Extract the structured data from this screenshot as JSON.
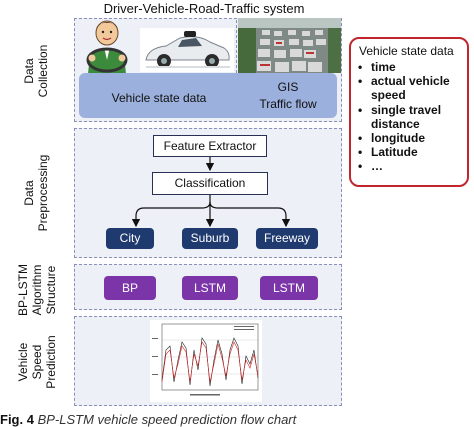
{
  "header": {
    "title": "Driver-Vehicle-Road-Traffic system"
  },
  "sections": {
    "collection": "Data\nCollection",
    "preprocessing": "Data\nPreprocessing",
    "algorithm": "BP-LSTM\nAlgorithm\nStructure",
    "prediction": "Vehicle\nSpeed\nPrediction"
  },
  "collection": {
    "vehicle_state": "Vehicle state data",
    "gis": "GIS",
    "traffic": "Traffic flow"
  },
  "preprocessing": {
    "extractor": "Feature Extractor",
    "classification": "Classification",
    "classes": [
      "City",
      "Suburb",
      "Freeway"
    ]
  },
  "algorithm": {
    "blocks": [
      "BP",
      "LSTM",
      "LSTM"
    ]
  },
  "legend": {
    "title": "Vehicle state data",
    "items": [
      "time",
      "actual vehicle speed",
      "single travel distance",
      "longitude",
      "Latitude",
      "…"
    ]
  },
  "caption": {
    "label": "Fig. 4",
    "text": "BP-LSTM vehicle speed prediction flow chart"
  },
  "colors": {
    "panel_bg": "#eef0f8",
    "strip": "#9bb0dc",
    "class_box": "#1f3a6e",
    "algo_box": "#7b35a8",
    "legend_border": "#c0262c"
  },
  "icons": [
    "driver-illustration",
    "car-photo",
    "traffic-photo",
    "speed-plot-thumbnail"
  ]
}
